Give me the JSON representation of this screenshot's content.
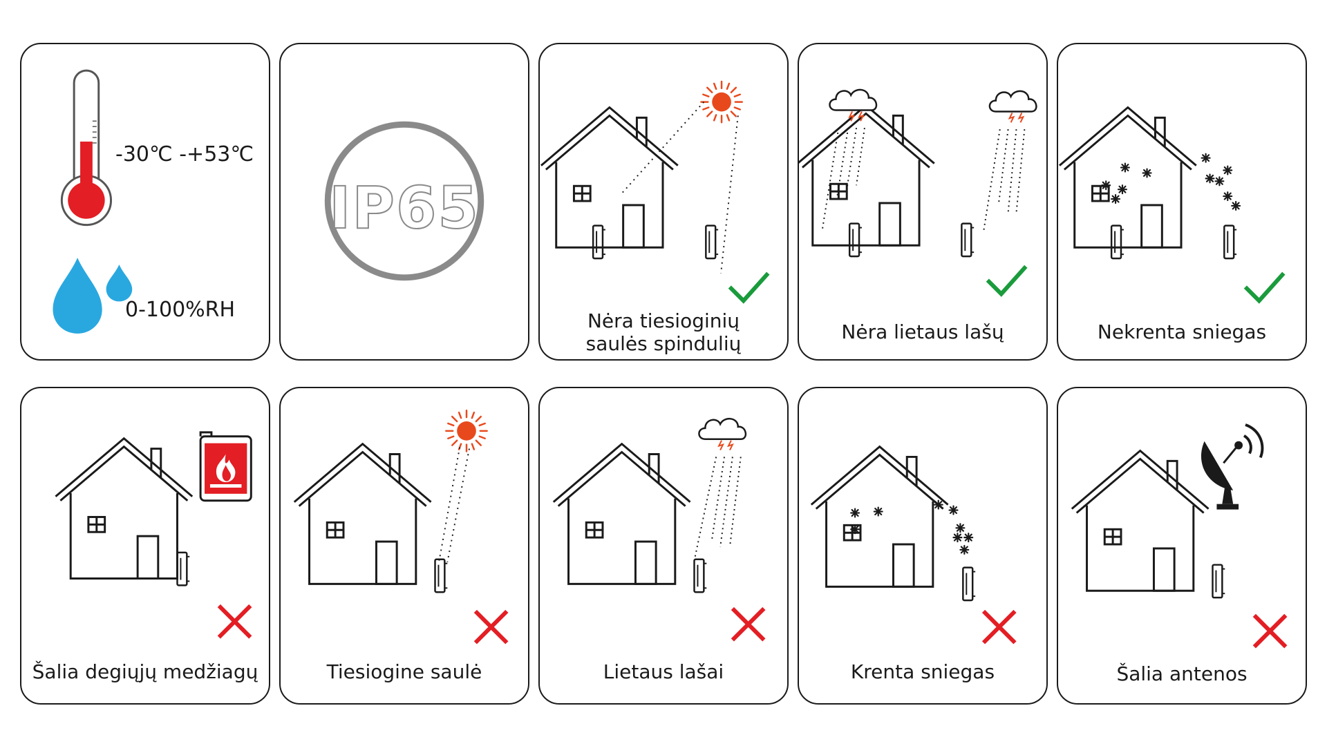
{
  "environment": {
    "temperature_range": "-30℃ -+53℃",
    "humidity_range": "0-100%RH",
    "ip_rating": "IP65"
  },
  "allowed": [
    {
      "caption": "Nėra tiesioginių\nsaulės spindulių",
      "mark": "check-icon"
    },
    {
      "caption": "Nėra lietaus lašų",
      "mark": "check-icon"
    },
    {
      "caption": "Nekrenta sniegas",
      "mark": "check-icon"
    }
  ],
  "forbidden": [
    {
      "caption": "Šalia degiųjų medžiagų",
      "mark": "cross-icon"
    },
    {
      "caption": "Tiesiogine saulė",
      "mark": "cross-icon"
    },
    {
      "caption": "Lietaus lašai",
      "mark": "cross-icon"
    },
    {
      "caption": "Krenta sniegas",
      "mark": "cross-icon"
    },
    {
      "caption": "Šalia antenos",
      "mark": "cross-icon"
    }
  ],
  "colors": {
    "thermometer": "#e31e24",
    "water": "#29a8e0",
    "sun": "#e8491c",
    "check": "#1a9b3c",
    "cross": "#e31e24",
    "ring": "#8a8a8a"
  }
}
